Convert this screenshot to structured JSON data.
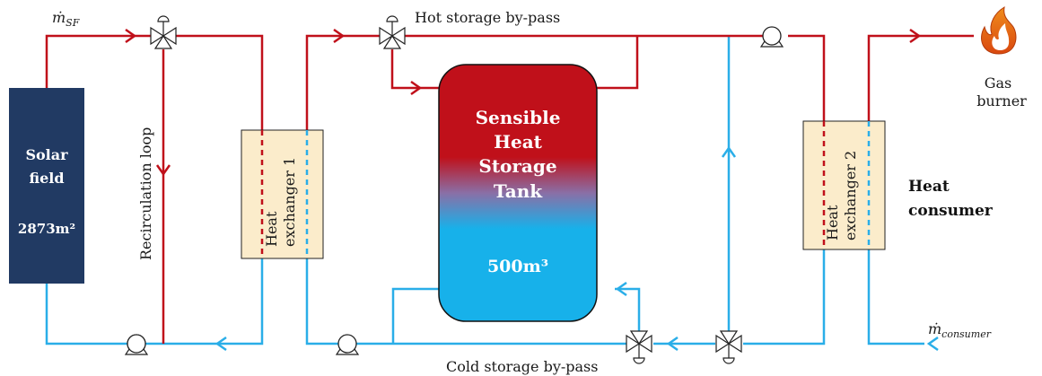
{
  "labels": {
    "m_sf_base": "ṁ",
    "m_sf_sub": "SF",
    "hot_bypass": "Hot storage by-pass",
    "cold_bypass": "Cold storage by-pass",
    "recirculation": "Recirculation loop",
    "gas_burner_1": "Gas",
    "gas_burner_2": "burner",
    "m_consumer_base": "ṁ",
    "m_consumer_sub": "consumer",
    "heat_consumer_1": "Heat",
    "heat_consumer_2": "consumer"
  },
  "solar_field": {
    "line1": "Solar",
    "line2": "field",
    "area": "2873m²"
  },
  "hx1": {
    "line1": "Heat",
    "line2": "exchanger 1"
  },
  "hx2": {
    "line1": "Heat",
    "line2": "exchanger 2"
  },
  "tank": {
    "line1": "Sensible",
    "line2": "Heat",
    "line3": "Storage",
    "line4": "Tank",
    "volume": "500m³"
  },
  "colors": {
    "hot": "#c0101a",
    "cold": "#2aaee8",
    "solar_field": "#213a63",
    "hx_fill": "#fbeccb",
    "tank_top": "#c0101a",
    "tank_bottom": "#17b1ea"
  }
}
